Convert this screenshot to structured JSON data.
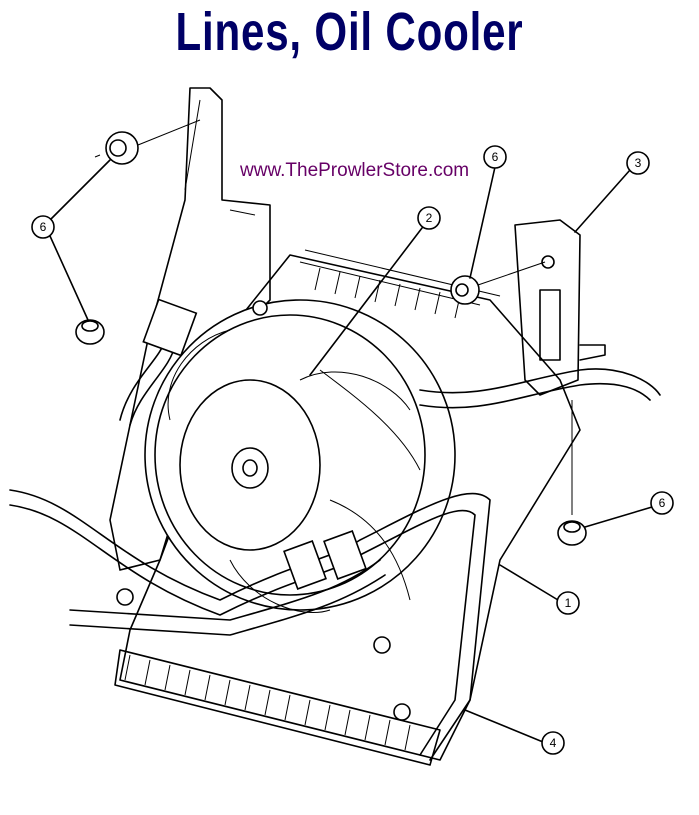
{
  "title": "Lines, Oil Cooler",
  "website": "www.TheProwlerStore.com",
  "colors": {
    "title": "#000066",
    "website": "#660066"
  },
  "callouts": [
    {
      "label": "6",
      "part": "nut-upper-left"
    },
    {
      "label": "2",
      "part": "fan"
    },
    {
      "label": "6",
      "part": "nut-upper-right"
    },
    {
      "label": "3",
      "part": "bracket"
    },
    {
      "label": "6",
      "part": "nut-lower-right"
    },
    {
      "label": "1",
      "part": "cooler-shroud"
    },
    {
      "label": "4",
      "part": "oil-line"
    }
  ]
}
